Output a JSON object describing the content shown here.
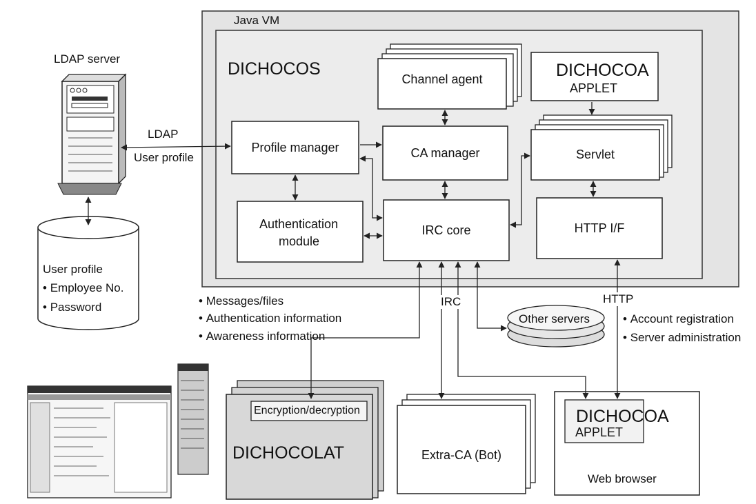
{
  "java_vm_label": "Java VM",
  "dichocos_label": "DICHOCOS",
  "ldap_server_label": "LDAP server",
  "ldap_link": {
    "protocol": "LDAP",
    "content": "User profile"
  },
  "user_profile_db": {
    "title": "User profile",
    "fields": [
      "Employee No.",
      "Password"
    ]
  },
  "modules": {
    "channel_agent": "Channel agent",
    "dichocoa_applet_server": {
      "name": "DICHOCOA",
      "sub": "APPLET"
    },
    "profile_manager": "Profile manager",
    "ca_manager": "CA manager",
    "servlet": "Servlet",
    "authentication_module": [
      "Authentication",
      "module"
    ],
    "irc_core": "IRC core",
    "http_if": "HTTP I/F"
  },
  "irc_label": "IRC",
  "http_label": "HTTP",
  "irc_notes": [
    "Messages/files",
    "Authentication information",
    "Awareness information"
  ],
  "http_notes": [
    "Account registration",
    "Server administration"
  ],
  "other_servers_label": "Other servers",
  "clients": {
    "dichocolat": {
      "name": "DICHOCOLAT",
      "module": "Encryption/decryption"
    },
    "extra_ca": "Extra-CA (Bot)",
    "web_browser": {
      "label": "Web browser",
      "applet_name": "DICHOCOA",
      "applet_sub": "APPLET"
    }
  }
}
